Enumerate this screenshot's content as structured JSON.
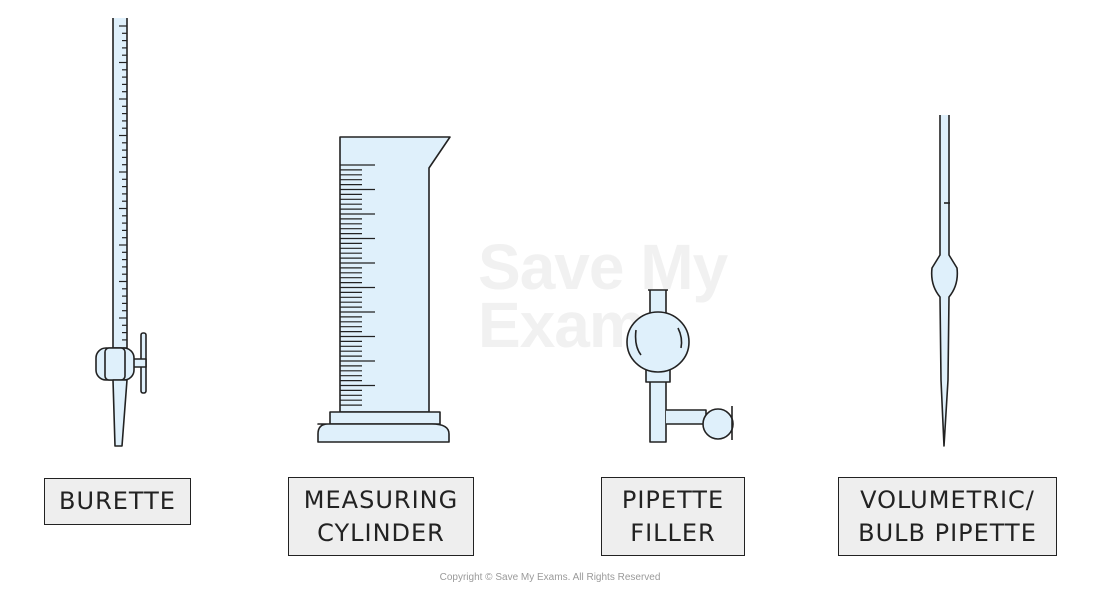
{
  "watermark": {
    "line1": "Save My",
    "line2": "Exams"
  },
  "labels": {
    "burette": {
      "line1": "BURETTE"
    },
    "measuring_cylinder": {
      "line1": "MEASURING",
      "line2": "CYLINDER"
    },
    "pipette_filler": {
      "line1": "PIPETTE",
      "line2": "FILLER"
    },
    "volumetric_pipette": {
      "line1": "VOLUMETRIC/",
      "line2": "BULB PIPETTE"
    }
  },
  "copyright": "Copyright © Save My Exams. All Rights Reserved",
  "colors": {
    "glass": "#dff0fb",
    "outline": "#222222",
    "label_bg": "#eeeeee"
  }
}
